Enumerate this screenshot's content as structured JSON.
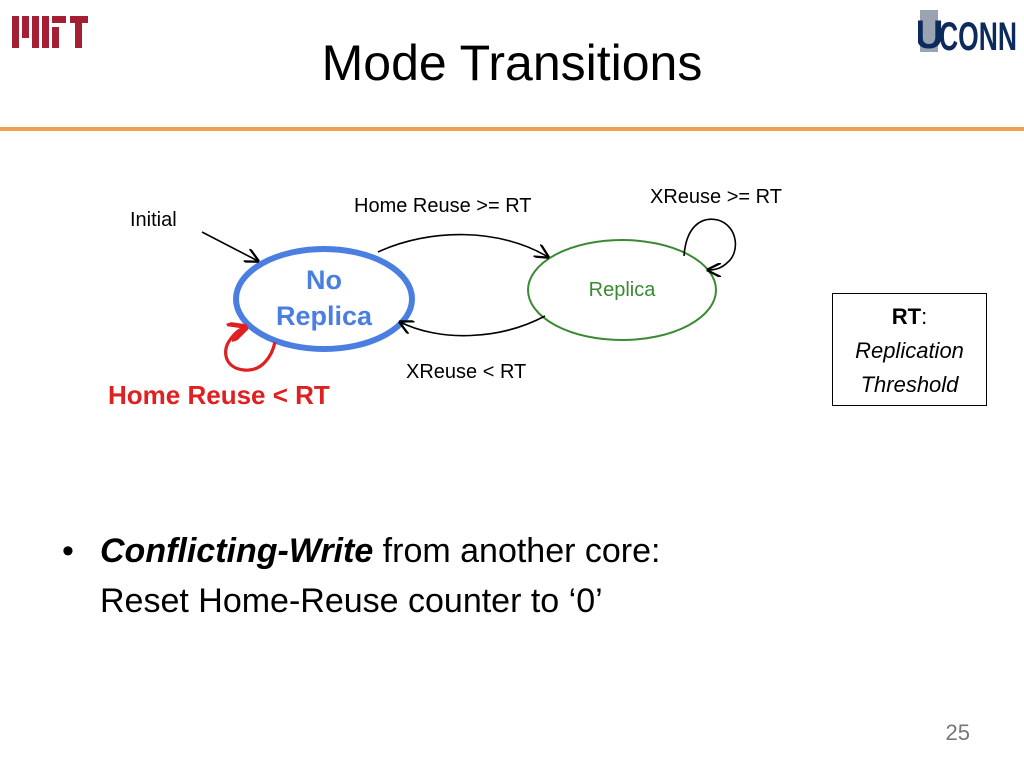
{
  "slide": {
    "title": "Mode Transitions",
    "page_number": "25"
  },
  "logos": {
    "left": "MIT",
    "right": "UCONN"
  },
  "diagram": {
    "states": {
      "no_replica": {
        "line1": "No",
        "line2": "Replica"
      },
      "replica": "Replica"
    },
    "labels": {
      "initial": "Initial",
      "home_reuse_ge": "Home Reuse >= RT",
      "xreuse_ge": "XReuse >= RT",
      "xreuse_lt": "XReuse < RT",
      "home_reuse_lt": "Home Reuse < RT"
    }
  },
  "legend": {
    "term": "RT",
    "colon": ":",
    "line1": "Replication",
    "line2": "Threshold"
  },
  "bullet": {
    "dot": "•",
    "emphasis": "Conflicting-Write",
    "rest": " from another core:",
    "line2": "Reset Home-Reuse counter to ‘0’"
  },
  "colors": {
    "accent_rule": "#f0a150",
    "no_replica": "#4a7ee0",
    "replica": "#3a8a32",
    "home_reuse_lt": "#e02020",
    "mit_red": "#a31f34",
    "uconn_navy": "#0d2a5c"
  }
}
